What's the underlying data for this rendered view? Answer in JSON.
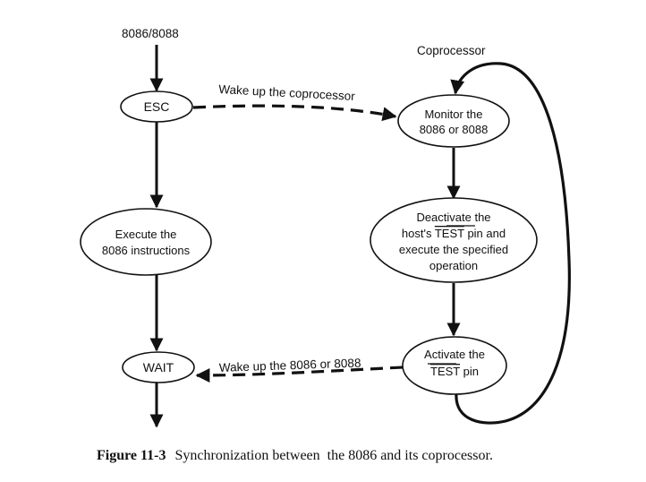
{
  "figure": {
    "labels": {
      "host": "8086/8088",
      "coprocessor": "Coprocessor",
      "wake_coprocessor": "Wake up the coprocessor",
      "wake_host": "Wake up the 8086 or 8088"
    },
    "nodes": {
      "esc": {
        "lines": [
          "ESC"
        ]
      },
      "execute": {
        "lines": [
          "Execute the",
          "8086 instructions"
        ]
      },
      "wait": {
        "lines": [
          "WAIT"
        ]
      },
      "monitor": {
        "lines": [
          "Monitor the",
          "8086 or 8088"
        ]
      },
      "deactivate": {
        "line1": "Deactivate the",
        "line2_prefix": "host's ",
        "line2_overbar": "TEST",
        "line2_suffix": " pin and",
        "line3": "execute the specified",
        "line4": "operation"
      },
      "activate": {
        "line1": "Activate the",
        "line2_overbar": "TEST",
        "line2_suffix": " pin"
      }
    },
    "caption": {
      "number": "Figure 11-3",
      "text": "Synchronization between  the 8086 and its coprocessor."
    }
  }
}
